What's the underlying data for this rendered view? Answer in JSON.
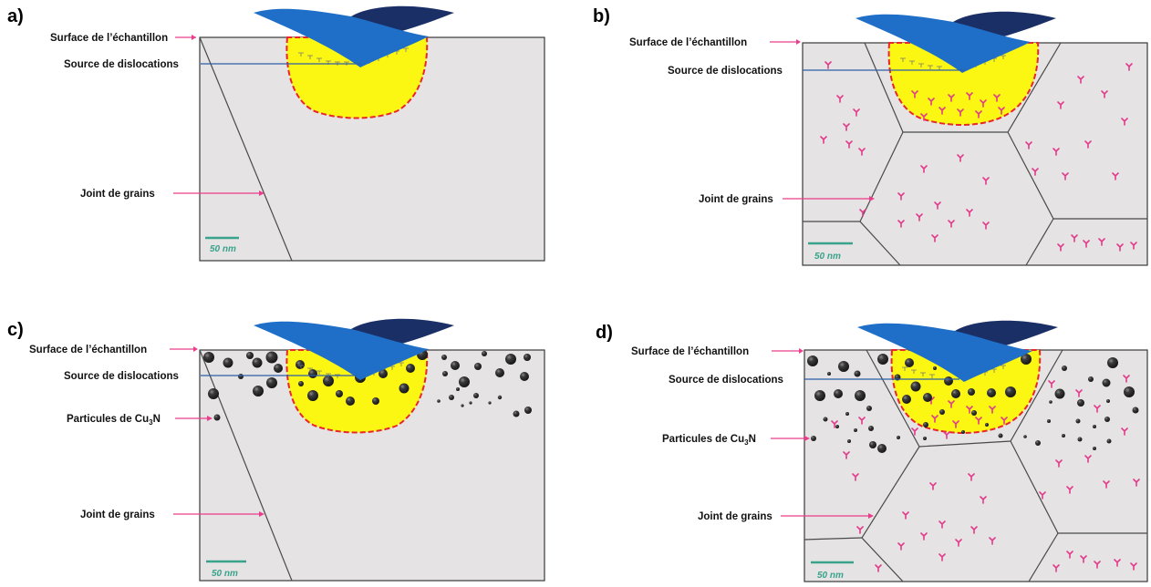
{
  "panels": [
    {
      "id": "a",
      "letter": "a)",
      "surface_label": "Surface de l’échantillon",
      "source_label": "Source de dislocations",
      "particles_label_prefix": "",
      "particles_label_sub": "",
      "particles_label_suffix": "",
      "grain_label": "Joint de grains",
      "scale_label": "50 nm"
    },
    {
      "id": "b",
      "letter": "b)",
      "surface_label": "Surface de l’échantillon",
      "source_label": "Source de dislocations",
      "particles_label_prefix": "",
      "particles_label_sub": "",
      "particles_label_suffix": "",
      "grain_label": "Joint de grains",
      "scale_label": "50 nm"
    },
    {
      "id": "c",
      "letter": "c)",
      "surface_label": "Surface de l’échantillon",
      "source_label": "Source de dislocations",
      "particles_label_prefix": "Particules de Cu",
      "particles_label_sub": "3",
      "particles_label_suffix": "N",
      "grain_label": "Joint de grains",
      "scale_label": "50 nm"
    },
    {
      "id": "d",
      "letter": "d)",
      "surface_label": "Surface de l’échantillon",
      "source_label": "Source de dislocations",
      "particles_label_prefix": "Particules de Cu",
      "particles_label_sub": "3",
      "particles_label_suffix": "N",
      "grain_label": "Joint de grains",
      "scale_label": "50 nm"
    }
  ],
  "colors": {
    "sample": "#e5e3e3",
    "border": "#3a3a3a",
    "plastic_zone": "#fbf713",
    "plastic_zone_edge": "#e8262b",
    "indenter_front": "#1f6fc8",
    "indenter_back": "#1a2f66",
    "arrow_pink": "#ea3d8b",
    "line_blue": "#2e5ea8",
    "dislocation_pink": "#e23a8a",
    "particle": "#2b2b2b",
    "scale_bar": "#3aa38c"
  },
  "icons": {
    "indenter": "indenter-tip-icon",
    "dislocation": "dislocation-symbol-icon",
    "particle": "cu3n-particle-icon"
  }
}
